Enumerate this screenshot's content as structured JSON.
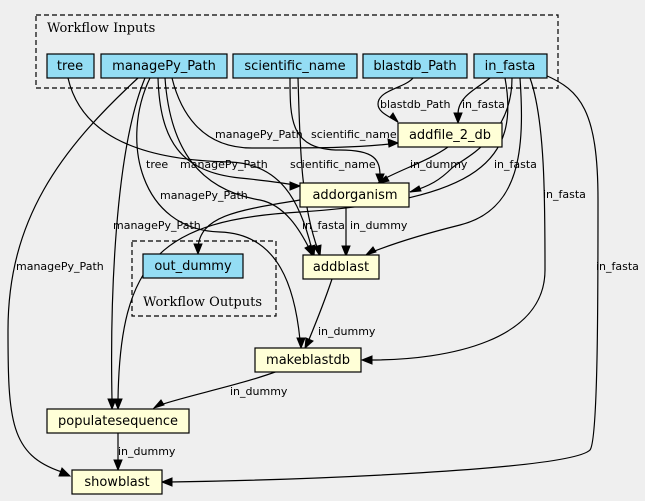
{
  "clusters": {
    "inputs_label": "Workflow Inputs",
    "outputs_label": "Workflow Outputs"
  },
  "nodes": {
    "tree": "tree",
    "managePy_Path": "managePy_Path",
    "scientific_name": "scientific_name",
    "blastdb_Path": "blastdb_Path",
    "in_fasta": "in_fasta",
    "addfile_2_db": "addfile_2_db",
    "addorganism": "addorganism",
    "addblast": "addblast",
    "makeblastdb": "makeblastdb",
    "populatesequence": "populatesequence",
    "showblast": "showblast",
    "out_dummy": "out_dummy"
  },
  "edge_labels": {
    "blastdb_to_addfile": "blastdb_Path",
    "fasta_to_addfile": "in_fasta",
    "mp_to_addfile": "managePy_Path",
    "sci_to_addfile": "scientific_name",
    "addfile_to_addorganism": "in_dummy",
    "fasta_to_addorganism": "in_fasta",
    "tree_to_addblast": "tree",
    "mp_to_addorganism": "managePy_Path",
    "sci_to_addorganism": "scientific_name",
    "mp_to_addblast": "managePy_Path",
    "fasta_to_makeblastdb": "in_fasta",
    "mp_to_makeblastdb": "managePy_Path",
    "fasta_to_addblast": "in_fasta",
    "addorganism_to_addblast": "in_dummy",
    "mp_to_showblast": "managePy_Path",
    "fasta_to_showblast": "in_fasta",
    "addblast_to_makeblastdb": "in_dummy",
    "makeblastdb_to_populate": "in_dummy",
    "populate_to_showblast": "in_dummy"
  }
}
